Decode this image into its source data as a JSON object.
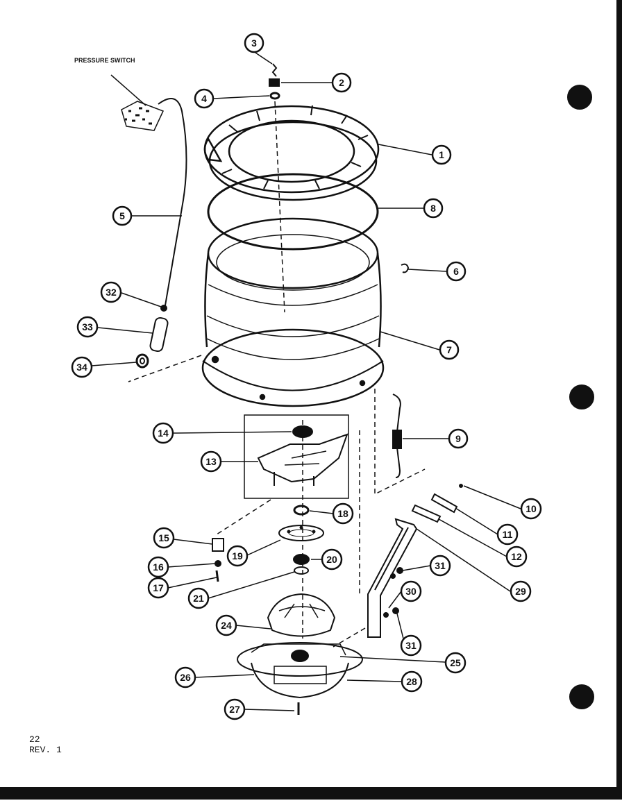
{
  "diagram": {
    "label_pressure_switch": "PRESSURE SWITCH",
    "callouts": [
      {
        "id": "c3",
        "num": "3"
      },
      {
        "id": "c2",
        "num": "2"
      },
      {
        "id": "c4",
        "num": "4"
      },
      {
        "id": "c1",
        "num": "1"
      },
      {
        "id": "c8a",
        "num": "8"
      },
      {
        "id": "c5",
        "num": "5"
      },
      {
        "id": "c6",
        "num": "6"
      },
      {
        "id": "c32",
        "num": "32"
      },
      {
        "id": "c33",
        "num": "33"
      },
      {
        "id": "c7",
        "num": "7"
      },
      {
        "id": "c34",
        "num": "34"
      },
      {
        "id": "c14",
        "num": "14"
      },
      {
        "id": "c9",
        "num": "9"
      },
      {
        "id": "c13",
        "num": "13"
      },
      {
        "id": "c10",
        "num": "10"
      },
      {
        "id": "c18",
        "num": "18"
      },
      {
        "id": "c11",
        "num": "11"
      },
      {
        "id": "c15",
        "num": "15"
      },
      {
        "id": "c12",
        "num": "12"
      },
      {
        "id": "c19",
        "num": "19"
      },
      {
        "id": "c20",
        "num": "20"
      },
      {
        "id": "c16",
        "num": "16"
      },
      {
        "id": "c31a",
        "num": "31"
      },
      {
        "id": "c17",
        "num": "17"
      },
      {
        "id": "c21",
        "num": "21"
      },
      {
        "id": "c30",
        "num": "30"
      },
      {
        "id": "c29",
        "num": "29"
      },
      {
        "id": "c24",
        "num": "24"
      },
      {
        "id": "c31b",
        "num": "31"
      },
      {
        "id": "c25",
        "num": "25"
      },
      {
        "id": "c26",
        "num": "26"
      },
      {
        "id": "c28",
        "num": "28"
      },
      {
        "id": "c27",
        "num": "27"
      }
    ]
  },
  "footer": {
    "page": "22",
    "rev": "REV. 1"
  }
}
